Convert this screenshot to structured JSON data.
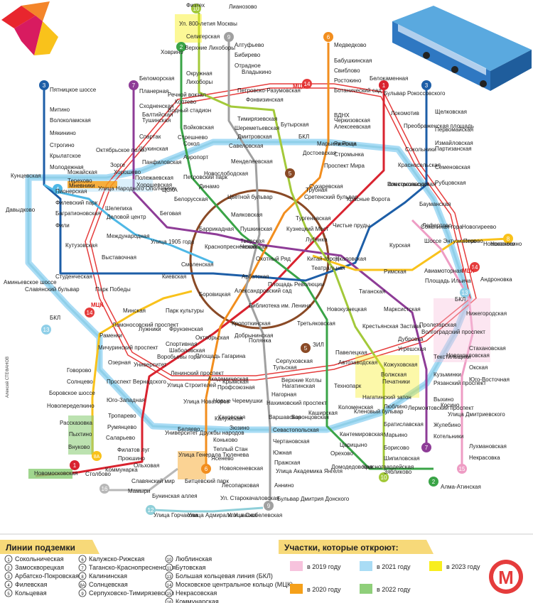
{
  "map": {
    "credit": "Алексей СТЕФАНОВ",
    "labels": {
      "mck": "МЦК",
      "bkl": "БКЛ",
      "mck_left": "МЦК",
      "bkl_left": "БКЛ",
      "mck_right": "МЦК",
      "bkl_right": "БКЛ"
    },
    "line_numbers": [
      "1",
      "2",
      "3",
      "4",
      "5",
      "6",
      "7",
      "8",
      "9",
      "10",
      "11",
      "12",
      "13",
      "14",
      "15",
      "16",
      "8A"
    ],
    "stations": [
      {
        "text": "Физтех"
      },
      {
        "text": "Лианозово"
      },
      {
        "text": "Ул. 800-летия Москвы"
      },
      {
        "text": "Селигерская"
      },
      {
        "text": "Алтуфьево"
      },
      {
        "text": "Бибирево"
      },
      {
        "text": "Отрадное"
      },
      {
        "text": "Владыкино"
      },
      {
        "text": "Медведково"
      },
      {
        "text": "Бабушкинская"
      },
      {
        "text": "Свиблово"
      },
      {
        "text": "Ботанический сад"
      },
      {
        "text": "Ростокино"
      },
      {
        "text": "Ховрино"
      },
      {
        "text": "Верхние Лихоборы"
      },
      {
        "text": "Окружная"
      },
      {
        "text": "Лихоборы"
      },
      {
        "text": "Беломорская"
      },
      {
        "text": "Речной вокзал"
      },
      {
        "text": "Водный стадион"
      },
      {
        "text": "Коптево"
      },
      {
        "text": "Петровско-Разумовская"
      },
      {
        "text": "Фонвизинская"
      },
      {
        "text": "Белокаменная"
      },
      {
        "text": "Бульвар Рокоссовского"
      },
      {
        "text": "Черкизовская"
      },
      {
        "text": "Локомотив"
      },
      {
        "text": "Пятницкое шоссе"
      },
      {
        "text": "Митино"
      },
      {
        "text": "Волоколамская"
      },
      {
        "text": "Мякинино"
      },
      {
        "text": "Строгино"
      },
      {
        "text": "Крылатское"
      },
      {
        "text": "Молодежная"
      },
      {
        "text": "Планерная"
      },
      {
        "text": "Сходненская"
      },
      {
        "text": "Тушинская"
      },
      {
        "text": "Балтийская"
      },
      {
        "text": "Спартак"
      },
      {
        "text": "Щукинская"
      },
      {
        "text": "Октябрьское поле"
      },
      {
        "text": "Войковская"
      },
      {
        "text": "Стрешнево"
      },
      {
        "text": "Сокол"
      },
      {
        "text": "Аэропорт"
      },
      {
        "text": "Савеловская"
      },
      {
        "text": "Тимирязевская"
      },
      {
        "text": "Шереметьевская"
      },
      {
        "text": "Дмитровская"
      },
      {
        "text": "Бутырская"
      },
      {
        "text": "Марьина Роща"
      },
      {
        "text": "Достоевская"
      },
      {
        "text": "Рижская"
      },
      {
        "text": "ВДНХ"
      },
      {
        "text": "Алексеевская"
      },
      {
        "text": "Преображенская площадь"
      },
      {
        "text": "Сокольники"
      },
      {
        "text": "Стромынка"
      },
      {
        "text": "Красносельская"
      },
      {
        "text": "Щелковская"
      },
      {
        "text": "Первомайская"
      },
      {
        "text": "Измайловская"
      },
      {
        "text": "Партизанская"
      },
      {
        "text": "Семеновская"
      },
      {
        "text": "Кунцевская"
      },
      {
        "text": "Можайская"
      },
      {
        "text": "Терехово"
      },
      {
        "text": "Мневники"
      },
      {
        "text": "Хорошево"
      },
      {
        "text": "Зорге"
      },
      {
        "text": "Панфиловская"
      },
      {
        "text": "Полежаевская"
      },
      {
        "text": "Хорошевская"
      },
      {
        "text": "Петровский парк"
      },
      {
        "text": "ЦСКА"
      },
      {
        "text": "Динамо"
      },
      {
        "text": "Новослободская"
      },
      {
        "text": "Менделеевская"
      },
      {
        "text": "Белорусская"
      },
      {
        "text": "Цветной бульвар"
      },
      {
        "text": "Трубная"
      },
      {
        "text": "Сухаревская"
      },
      {
        "text": "Проспект Мира"
      },
      {
        "text": "Комсомольская"
      },
      {
        "text": "Электрозаводская"
      },
      {
        "text": "Рубцовская"
      },
      {
        "text": "Давыдково"
      },
      {
        "text": "Пионерская"
      },
      {
        "text": "Филевский парк"
      },
      {
        "text": "Багратионовская"
      },
      {
        "text": "Фили"
      },
      {
        "text": "Улица Народного Ополчения"
      },
      {
        "text": "Шелепиха"
      },
      {
        "text": "Деловой центр"
      },
      {
        "text": "Беговая"
      },
      {
        "text": "Маяковская"
      },
      {
        "text": "Красные Ворота"
      },
      {
        "text": "Сретенский бульвар"
      },
      {
        "text": "Тургеневская"
      },
      {
        "text": "Чистые пруды"
      },
      {
        "text": "Бауманская"
      },
      {
        "text": "Соколиная гора"
      },
      {
        "text": "Лефортово"
      },
      {
        "text": "Новогиреево"
      },
      {
        "text": "Перово"
      },
      {
        "text": "Новокосино"
      },
      {
        "text": "Шоссе Энтузиастов"
      },
      {
        "text": "Кутузовская"
      },
      {
        "text": "Студенческая"
      },
      {
        "text": "Международная"
      },
      {
        "text": "Выставочная"
      },
      {
        "text": "Улица 1905 года"
      },
      {
        "text": "Баррикадная"
      },
      {
        "text": "Пушкинская"
      },
      {
        "text": "Кузнецкий Мост"
      },
      {
        "text": "Тверская"
      },
      {
        "text": "Чеховская"
      },
      {
        "text": "Краснопресненская"
      },
      {
        "text": "Лубянка"
      },
      {
        "text": "Китай-город"
      },
      {
        "text": "Охотный Ряд"
      },
      {
        "text": "Театральная"
      },
      {
        "text": "Курская"
      },
      {
        "text": "Чкаловская"
      },
      {
        "text": "Аминьевское шоссе"
      },
      {
        "text": "Славянский бульвар"
      },
      {
        "text": "Парк Победы"
      },
      {
        "text": "Киевская"
      },
      {
        "text": "Смоленская"
      },
      {
        "text": "Арбатская"
      },
      {
        "text": "Александровский сад"
      },
      {
        "text": "Площадь Революции"
      },
      {
        "text": "Римская"
      },
      {
        "text": "Авиамоторная"
      },
      {
        "text": "Площадь Ильича"
      },
      {
        "text": "Андроновка"
      },
      {
        "text": "Боровицкая"
      },
      {
        "text": "Библиотека им. Ленина"
      },
      {
        "text": "Новокузнецкая"
      },
      {
        "text": "Таганская"
      },
      {
        "text": "Марксистская"
      },
      {
        "text": "Минская"
      },
      {
        "text": "Ломоносовский проспект"
      },
      {
        "text": "Раменки"
      },
      {
        "text": "Мичуринский проспект"
      },
      {
        "text": "Озерная"
      },
      {
        "text": "Лужники"
      },
      {
        "text": "Парк культуры"
      },
      {
        "text": "Фрунзенская"
      },
      {
        "text": "Спортивная"
      },
      {
        "text": "Воробьевы горы"
      },
      {
        "text": "Кропоткинская"
      },
      {
        "text": "Октябрьская"
      },
      {
        "text": "Шаболовская"
      },
      {
        "text": "Третьяковская"
      },
      {
        "text": "Полянка"
      },
      {
        "text": "Добрынинская"
      },
      {
        "text": "Крестьянская Застава"
      },
      {
        "text": "Пролетарская"
      },
      {
        "text": "Волгоградский проспект"
      },
      {
        "text": "Нижегородская"
      },
      {
        "text": "Дубровка"
      },
      {
        "text": "Угрешская"
      },
      {
        "text": "Говорово"
      },
      {
        "text": "Солнцево"
      },
      {
        "text": "Боровское шоссе"
      },
      {
        "text": "Новопеределкино"
      },
      {
        "text": "Рассказовка"
      },
      {
        "text": "Пыхтино"
      },
      {
        "text": "Внуково"
      },
      {
        "text": "Проспект Вернадского"
      },
      {
        "text": "Юго-Западная"
      },
      {
        "text": "Тропарево"
      },
      {
        "text": "Румянцево"
      },
      {
        "text": "Саларьево"
      },
      {
        "text": "Филатов луг"
      },
      {
        "text": "Прокшино"
      },
      {
        "text": "Ольховая"
      },
      {
        "text": "Коммунарка"
      },
      {
        "text": "Новомосковская"
      },
      {
        "text": "Столбово"
      },
      {
        "text": "Славянский мир"
      },
      {
        "text": "Мамыри"
      },
      {
        "text": "Университет"
      },
      {
        "text": "Площадь Гагарина"
      },
      {
        "text": "Ленинский проспект"
      },
      {
        "text": "Академическая"
      },
      {
        "text": "Профсоюзная"
      },
      {
        "text": "Крымская"
      },
      {
        "text": "Улица Строителей"
      },
      {
        "text": "Улица Новаторов"
      },
      {
        "text": "Новые Черемушки"
      },
      {
        "text": "Калужская"
      },
      {
        "text": "Беляево"
      },
      {
        "text": "Университет Дружбы народов"
      },
      {
        "text": "Коньково"
      },
      {
        "text": "Теплый Стан"
      },
      {
        "text": "Ясенево"
      },
      {
        "text": "Новоясеневская"
      },
      {
        "text": "Улица Генерала Тюленева"
      },
      {
        "text": "Битцевский парк"
      },
      {
        "text": "Лесопарковая"
      },
      {
        "text": "Бунинская аллея"
      },
      {
        "text": "Улица Горчакова"
      },
      {
        "text": "Улица Адмирала Ушакова"
      },
      {
        "text": "Улица Скобелевская"
      },
      {
        "text": "Бульвар Дмитрия Донского"
      },
      {
        "text": "Ул. Старокачаловская"
      },
      {
        "text": "Серпуховская"
      },
      {
        "text": "Тульская"
      },
      {
        "text": "Нагатинская"
      },
      {
        "text": "Нагорная"
      },
      {
        "text": "Нахимовский проспект"
      },
      {
        "text": "Севастопольская"
      },
      {
        "text": "Каховская"
      },
      {
        "text": "Зюзино"
      },
      {
        "text": "Воронцовская"
      },
      {
        "text": "Варшавская"
      },
      {
        "text": "Чертановская"
      },
      {
        "text": "Южная"
      },
      {
        "text": "Пражская"
      },
      {
        "text": "Улица Академика Янгеля"
      },
      {
        "text": "Аннино"
      },
      {
        "text": "Павелецкая"
      },
      {
        "text": "Автозаводская"
      },
      {
        "text": "ЗИЛ"
      },
      {
        "text": "Технопарк"
      },
      {
        "text": "Коломенская"
      },
      {
        "text": "Каширская"
      },
      {
        "text": "Кантемировская"
      },
      {
        "text": "Царицыно"
      },
      {
        "text": "Орехово"
      },
      {
        "text": "Домодедовская"
      },
      {
        "text": "Красногвардейская"
      },
      {
        "text": "Верхние Котлы"
      },
      {
        "text": "Печатники"
      },
      {
        "text": "Нагатинский затон"
      },
      {
        "text": "Кленовый бульвар"
      },
      {
        "text": "Кожуховская"
      },
      {
        "text": "Волжская"
      },
      {
        "text": "Люблино"
      },
      {
        "text": "Братиславская"
      },
      {
        "text": "Марьино"
      },
      {
        "text": "Борисово"
      },
      {
        "text": "Шипиловская"
      },
      {
        "text": "Зябликово"
      },
      {
        "text": "Текстильщики"
      },
      {
        "text": "Кузьминки"
      },
      {
        "text": "Рязанский проспект"
      },
      {
        "text": "Выхино"
      },
      {
        "text": "Лермонтовский проспект"
      },
      {
        "text": "Жулебино"
      },
      {
        "text": "Котельники"
      },
      {
        "text": "Новохохловская"
      },
      {
        "text": "Стахановская"
      },
      {
        "text": "Окская"
      },
      {
        "text": "Юго-Восточная"
      },
      {
        "text": "Косино"
      },
      {
        "text": "Улица Дмитриевского"
      },
      {
        "text": "Лухмановская"
      },
      {
        "text": "Некрасовка"
      },
      {
        "text": "Алма-Атинская"
      },
      {
        "text": "Новокосино"
      }
    ]
  },
  "legend": {
    "left_title": "Линии подземки",
    "lines": [
      {
        "num": "1",
        "name": "Сокольническая",
        "color": "#d9232f"
      },
      {
        "num": "2",
        "name": "Замоскворецкая",
        "color": "#3aa447"
      },
      {
        "num": "3",
        "name": "Арбатско-Покровская",
        "color": "#1d5ea7"
      },
      {
        "num": "4",
        "name": "Филевская",
        "color": "#4fb8e6"
      },
      {
        "num": "5",
        "name": "Кольцевая",
        "color": "#8a4a26"
      },
      {
        "num": "6",
        "name": "Калужско-Рижская",
        "color": "#f28e1e"
      },
      {
        "num": "7",
        "name": "Таганско-Краснопресненская",
        "color": "#8e3c97"
      },
      {
        "num": "8",
        "name": "Калининская",
        "color": "#f9c21b"
      },
      {
        "num": "8A",
        "name": "Солнцевская",
        "color": "#f9c21b"
      },
      {
        "num": "9",
        "name": "Серпуховско-Тимирязевская",
        "color": "#a0a0a0"
      },
      {
        "num": "10",
        "name": "Люблинская",
        "color": "#a3c93a"
      },
      {
        "num": "11",
        "name": "Бутовская",
        "color": "#8fcfd9"
      },
      {
        "num": "13",
        "name": "Большая кольцевая линия (БКЛ)",
        "color": "#8fcfe8"
      },
      {
        "num": "14",
        "name": "Московское центральное кольцо (МЦК)",
        "color": "#e53c3c"
      },
      {
        "num": "15",
        "name": "Некрасовская",
        "color": "#ee9cc4"
      },
      {
        "num": "16",
        "name": "Коммунарская",
        "color": "#b8b8b8"
      }
    ],
    "right_title": "Участки, которые откроют:",
    "years": [
      {
        "label": "в 2019 году",
        "color": "#f7c3dd"
      },
      {
        "label": "в 2021 году",
        "color": "#a9dcf5"
      },
      {
        "label": "в 2023 году",
        "color": "#f8ee1e"
      },
      {
        "label": "в 2020 году",
        "color": "#f5a01a"
      },
      {
        "label": "в 2022 году",
        "color": "#8fcf7a"
      }
    ],
    "logo": "М"
  }
}
